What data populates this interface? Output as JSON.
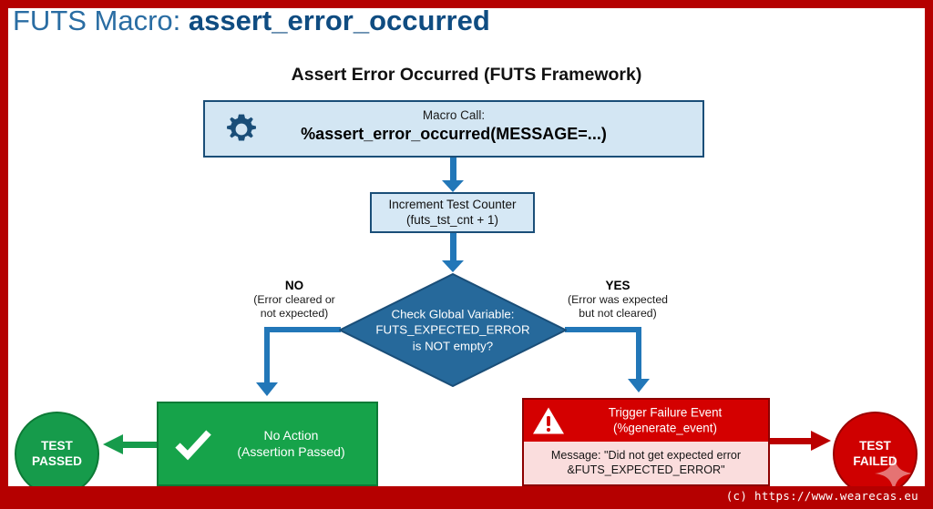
{
  "slide": {
    "title_regular": "FUTS Macro: ",
    "title_bold": "assert_error_occurred",
    "title_color": "#0f4c81",
    "frame_color": "#b50000",
    "watermark": "(c) https://www.wearecas.eu"
  },
  "diagram": {
    "heading": "Assert Error Occurred (FUTS Framework)",
    "macro_box": {
      "icon": "gear-icon",
      "line1": "Macro Call:",
      "line2": "%assert_error_occurred(MESSAGE=...)",
      "fill": "#d3e6f3",
      "border": "#1a4e78"
    },
    "counter_box": {
      "line1": "Increment Test Counter",
      "line2": "(futs_tst_cnt + 1)",
      "fill": "#d6e8f5",
      "border": "#1a4e78"
    },
    "decision": {
      "line1": "Check Global Variable:",
      "line2": "FUTS_EXPECTED_ERROR",
      "line3": "is NOT empty?",
      "fill": "#26699b",
      "text_color": "#ffffff"
    },
    "branch_no": {
      "key": "NO",
      "sub_line1": "(Error cleared or",
      "sub_line2": "not expected)"
    },
    "branch_yes": {
      "key": "YES",
      "sub_line1": "(Error was expected",
      "sub_line2": "but not cleared)"
    },
    "green_box": {
      "icon": "check-icon",
      "line1": "No Action",
      "line2": "(Assertion Passed)",
      "fill": "#16a34a"
    },
    "red_box": {
      "icon": "warning-triangle-icon",
      "head_line1": "Trigger Failure Event",
      "head_line2": "(%generate_event)",
      "body_line1": "Message: \"Did not get expected error",
      "body_line2": "&FUTS_EXPECTED_ERROR\"",
      "head_fill": "#d40000",
      "body_fill": "#fadddd"
    },
    "terminal_pass": {
      "line1": "TEST",
      "line2": "PASSED",
      "fill": "#169b4b"
    },
    "terminal_fail": {
      "line1": "TEST",
      "line2": "FAILED",
      "fill": "#cf0000"
    },
    "connector_color": "#2277b8"
  }
}
